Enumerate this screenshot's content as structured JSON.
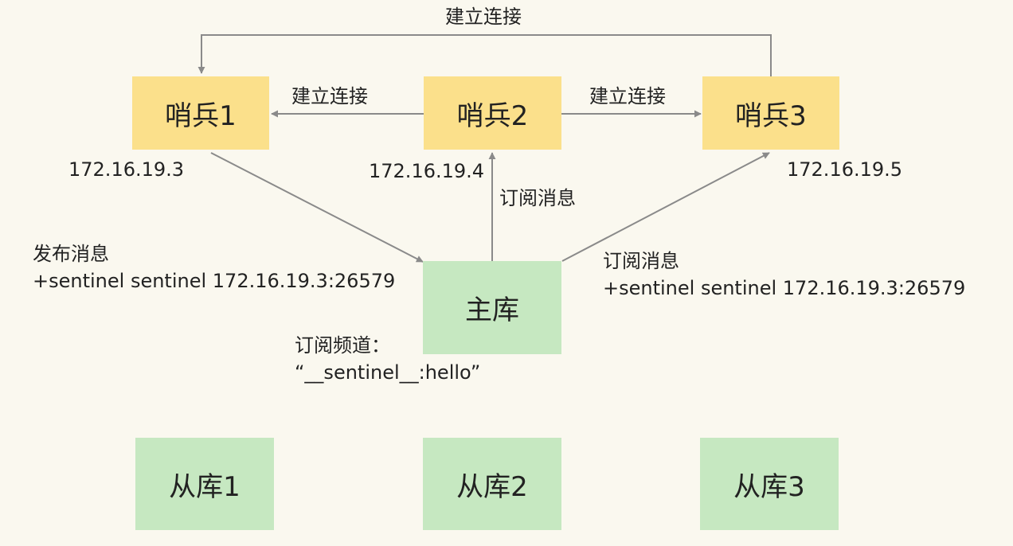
{
  "nodes": {
    "sentinel1": "哨兵1",
    "sentinel2": "哨兵2",
    "sentinel3": "哨兵3",
    "master": "主库",
    "replica1": "从库1",
    "replica2": "从库2",
    "replica3": "从库3"
  },
  "ips": {
    "sentinel1": "172.16.19.3",
    "sentinel2": "172.16.19.4",
    "sentinel3": "172.16.19.5"
  },
  "edge_labels": {
    "connect_top": "建立连接",
    "connect_left": "建立连接",
    "connect_right": "建立连接",
    "subscribe_middle": "订阅消息",
    "publish_title": "发布消息",
    "publish_message": "+sentinel sentinel 172.16.19.3:26579",
    "subscribe_right_title": "订阅消息",
    "subscribe_right_message": "+sentinel sentinel 172.16.19.3:26579",
    "channel_title": "订阅频道：",
    "channel_name": "“__sentinel__:hello”"
  },
  "colors": {
    "sentinel": "#fbe08b",
    "database": "#c6e8c1",
    "arrow": "#8a8a8a",
    "background": "#faf8ef"
  }
}
